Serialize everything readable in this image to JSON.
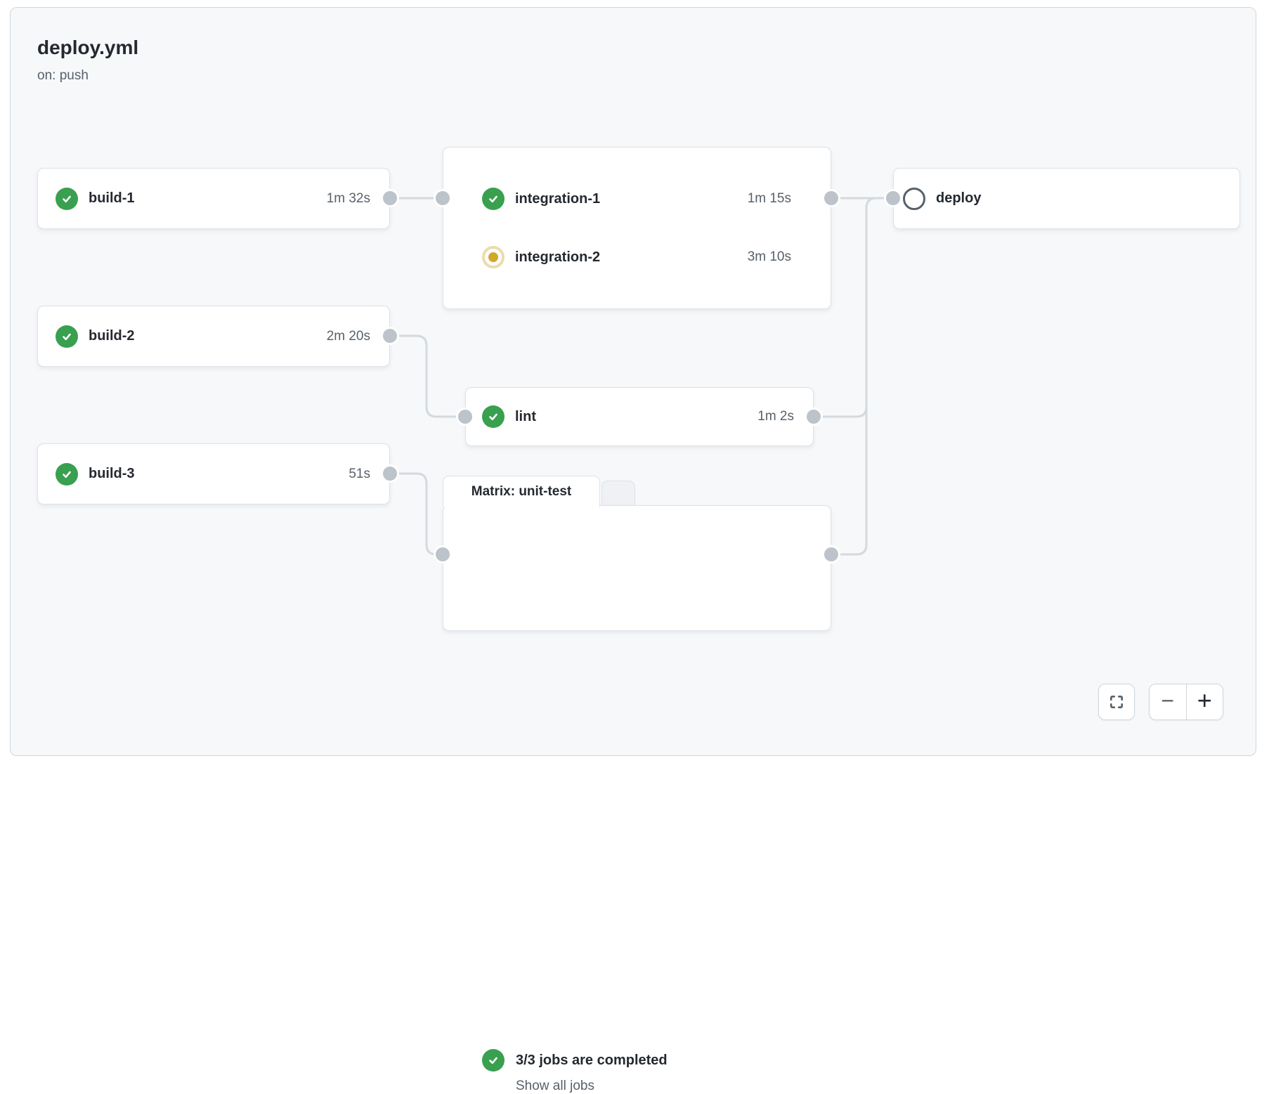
{
  "header": {
    "workflow_file": "deploy.yml",
    "trigger": "on: push"
  },
  "nodes": {
    "build1": {
      "label": "build-1",
      "duration": "1m 32s",
      "status": "success"
    },
    "build2": {
      "label": "build-2",
      "duration": "2m 20s",
      "status": "success"
    },
    "build3": {
      "label": "build-3",
      "duration": "51s",
      "status": "success"
    },
    "integration1": {
      "label": "integration-1",
      "duration": "1m 15s",
      "status": "success"
    },
    "integration2": {
      "label": "integration-2",
      "duration": "3m 10s",
      "status": "in_progress"
    },
    "lint": {
      "label": "lint",
      "duration": "1m 2s",
      "status": "success"
    },
    "matrix": {
      "group_label": "Matrix: unit-test",
      "summary": "3/3 jobs are completed",
      "link_label": "Show all jobs",
      "status": "success"
    },
    "deploy": {
      "label": "deploy",
      "status": "pending"
    }
  },
  "edges": [
    {
      "from": "build-1",
      "to": "integration group"
    },
    {
      "from": "build-2",
      "to": "lint"
    },
    {
      "from": "build-3",
      "to": "Matrix: unit-test"
    },
    {
      "from": "integration group",
      "to": "deploy"
    },
    {
      "from": "lint",
      "to": "deploy"
    },
    {
      "from": "Matrix: unit-test",
      "to": "deploy"
    }
  ],
  "controls": {
    "fullscreen_icon": "expand-corners",
    "zoom_out_label": "−",
    "zoom_in_label": "+"
  },
  "colors": {
    "canvas_bg": "#f6f8fa",
    "card_bg": "#ffffff",
    "card_border": "#dde2e8",
    "edge": "#d4d9de",
    "dot": "#bcc3ca",
    "success": "#38a04f",
    "in_progress": "#d3a72c",
    "in_progress_ring": "#ecdcab",
    "pending": "#57606a",
    "text": "#24292f",
    "muted": "#57606a"
  }
}
